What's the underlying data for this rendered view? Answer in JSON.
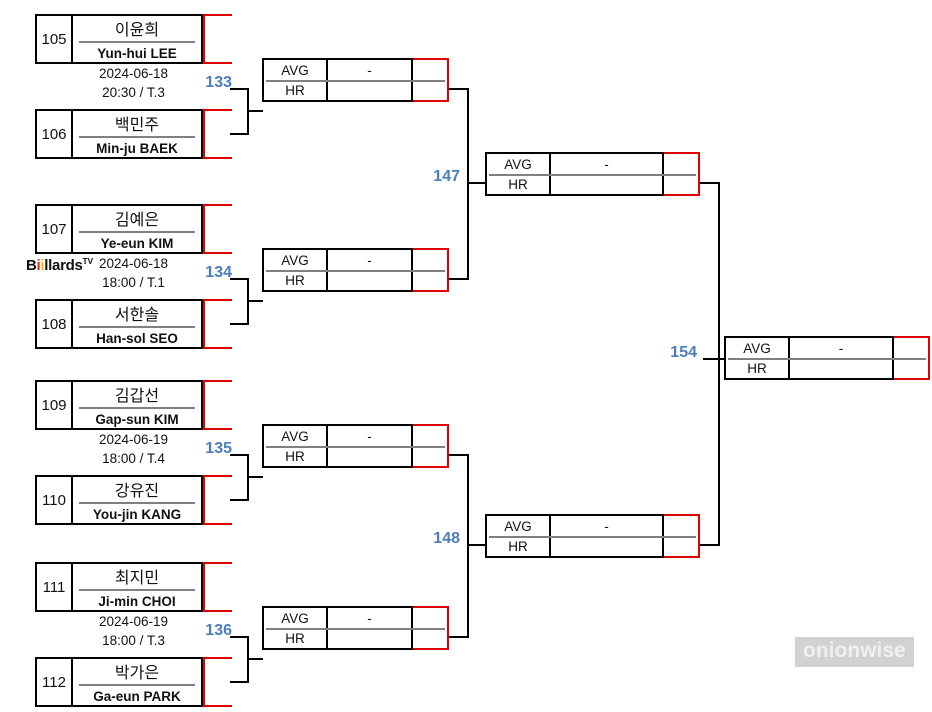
{
  "tournament": {
    "bracket_type": "single-elimination",
    "accent_blue": "#4a7ebb",
    "winner_border": "#e00000",
    "frame_color": "#000000"
  },
  "logo": {
    "text_before": "B",
    "dot1": "i",
    "dot2": "i",
    "text_mid": "ll",
    "text_after": "ards",
    "superscript": "TV",
    "full_text": "BilliardsTV"
  },
  "watermark": {
    "label": "onionwise"
  },
  "labels": {
    "avg": "AVG",
    "hr": "HR",
    "empty_value": "-"
  },
  "players": [
    {
      "seed": "105",
      "kr": "이윤희",
      "en": "Yun-hui LEE"
    },
    {
      "seed": "106",
      "kr": "백민주",
      "en": "Min-ju BAEK"
    },
    {
      "seed": "107",
      "kr": "김예은",
      "en": "Ye-eun KIM"
    },
    {
      "seed": "108",
      "kr": "서한솔",
      "en": "Han-sol SEO"
    },
    {
      "seed": "109",
      "kr": "김갑선",
      "en": "Gap-sun KIM"
    },
    {
      "seed": "110",
      "kr": "강유진",
      "en": "You-jin KANG"
    },
    {
      "seed": "111",
      "kr": "최지민",
      "en": "Ji-min CHOI"
    },
    {
      "seed": "112",
      "kr": "박가은",
      "en": "Ga-eun PARK"
    }
  ],
  "round1": [
    {
      "match_no": "133",
      "date": "2024-06-18",
      "time_table": "20:30 / T.3"
    },
    {
      "match_no": "134",
      "date": "2024-06-18",
      "time_table": "18:00 / T.1"
    },
    {
      "match_no": "135",
      "date": "2024-06-19",
      "time_table": "18:00 / T.4"
    },
    {
      "match_no": "136",
      "date": "2024-06-19",
      "time_table": "18:00 / T.3"
    }
  ],
  "round2": [
    {
      "match_no": "147",
      "avg": "-",
      "hr": ""
    },
    {
      "match_no": "148",
      "avg": "-",
      "hr": ""
    }
  ],
  "round2_results": [
    {
      "avg": "-",
      "hr": ""
    },
    {
      "avg": "-",
      "hr": ""
    },
    {
      "avg": "-",
      "hr": ""
    },
    {
      "avg": "-",
      "hr": ""
    }
  ],
  "round3_results": [
    {
      "avg": "-",
      "hr": ""
    },
    {
      "avg": "-",
      "hr": ""
    }
  ],
  "final": {
    "match_no": "154",
    "avg": "-",
    "hr": ""
  }
}
